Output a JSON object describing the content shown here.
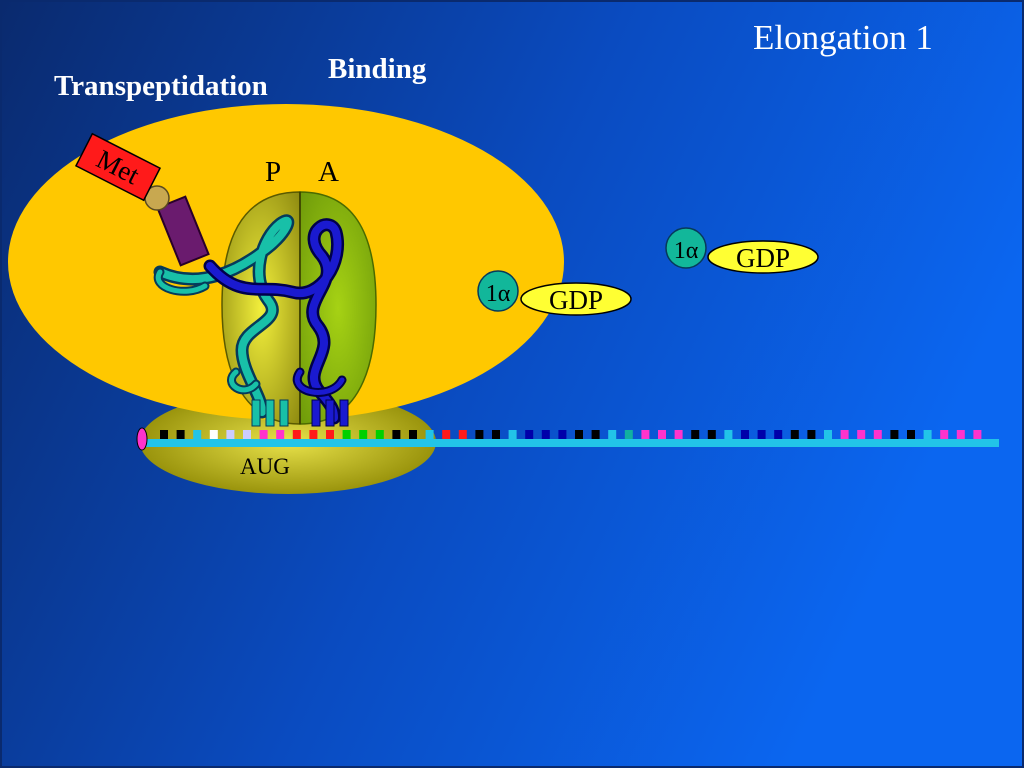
{
  "slide": {
    "title": "Elongation 1",
    "labels": {
      "transpeptidation": "Transpeptidation",
      "binding": "Binding"
    },
    "sites": {
      "p": "P",
      "a": "A"
    },
    "amino_acid": "Met",
    "codon": "AUG",
    "factors": [
      {
        "subunit": "1α",
        "nucleotide": "GDP"
      },
      {
        "subunit": "1α",
        "nucleotide": "GDP"
      }
    ]
  },
  "colors": {
    "background_dark": "#0a2a6e",
    "background_light": "#0b66f0",
    "large_subunit": "#ffc800",
    "small_subunit": "#b8b400",
    "mrna": "#22c4e8",
    "met_box": "#ff1a1a",
    "trna_body": "#6a1b6e",
    "subunit_badge": "#12b79a",
    "gdp_oval": "#ffff33"
  }
}
